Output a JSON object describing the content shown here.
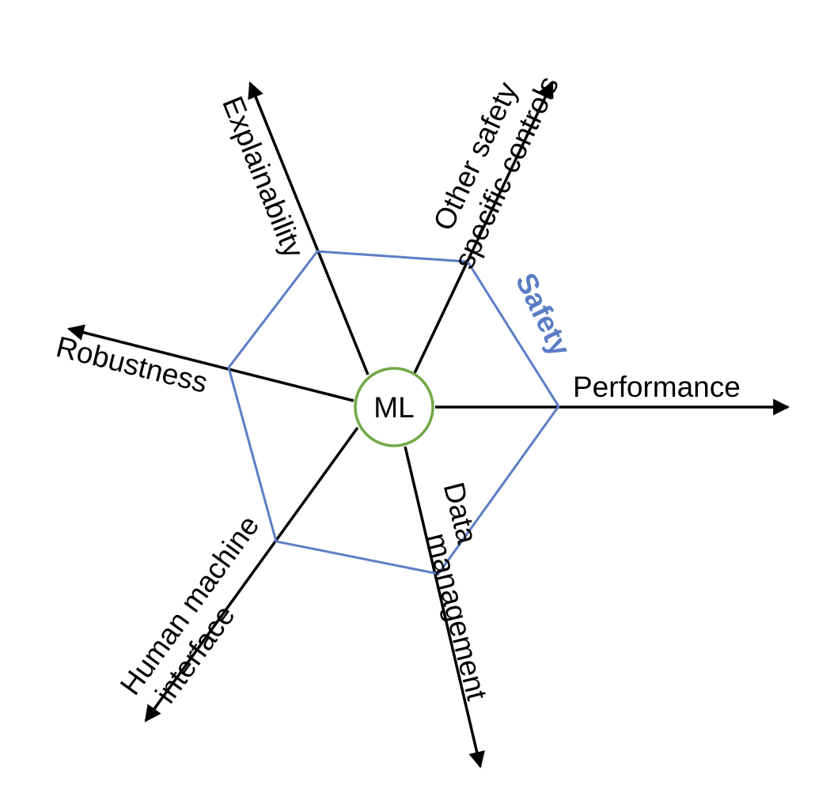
{
  "center": {
    "label": "ML"
  },
  "safety": {
    "label": "Safety"
  },
  "axes": {
    "explainability": {
      "lines": [
        "Explainability"
      ]
    },
    "other_safety": {
      "lines": [
        "Other safety",
        "specific controls"
      ]
    },
    "performance": {
      "lines": [
        "Performance"
      ]
    },
    "data_management": {
      "lines": [
        "Data",
        "management"
      ]
    },
    "human_machine_interface": {
      "lines": [
        "Human machine",
        "interface"
      ]
    },
    "robustness": {
      "lines": [
        "Robustness"
      ]
    }
  },
  "colors": {
    "hexagon": "#5b7dc5",
    "safety_text": "#5b7dc5",
    "center_circle": "#70a845",
    "axis": "#000000"
  }
}
